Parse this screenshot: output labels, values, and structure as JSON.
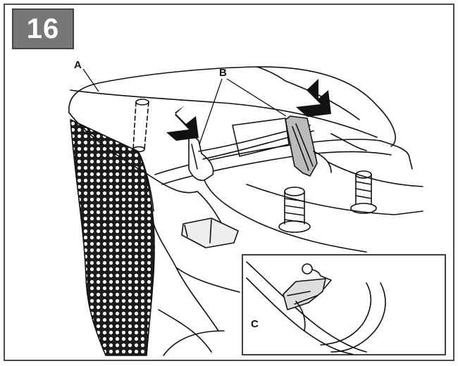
{
  "step": {
    "number": "16"
  },
  "callouts": {
    "a": "A",
    "b": "B",
    "c": "C"
  },
  "colors": {
    "line": "#111111",
    "box": "#777777",
    "arrow": "#111111"
  },
  "icons": {
    "press_arrow": "arrow-down-left-icon"
  }
}
